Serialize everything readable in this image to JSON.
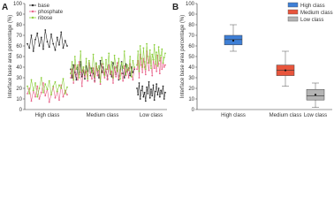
{
  "colors": {
    "base": "#2b2b2b",
    "phosphate": "#e8638a",
    "ribose": "#8ccf3d",
    "high": "#3e7fd6",
    "medium": "#e8553c",
    "low": "#b4b4b4"
  },
  "chart_data": [
    {
      "panel": "A",
      "type": "line",
      "xlabel": "",
      "ylabel": "Interface base area percentage (%)",
      "ylim": [
        0,
        100
      ],
      "yticks": [
        0,
        10,
        20,
        30,
        40,
        50,
        60,
        70,
        80,
        90,
        100
      ],
      "categories": [
        "High class",
        "Medium class",
        "Low class"
      ],
      "legend_position": "top-left",
      "series": [
        {
          "name": "base",
          "groups": [
            [
              62,
              58,
              70,
              55,
              66,
              72,
              60,
              68,
              57,
              75,
              64,
              59,
              71,
              62,
              56,
              68,
              61,
              73,
              58,
              65,
              60
            ],
            [
              38,
              30,
              42,
              35,
              28,
              40,
              33,
              45,
              31,
              37,
              29,
              41,
              36,
              44,
              32,
              39,
              34,
              27,
              43,
              37,
              30,
              46,
              35,
              40,
              33,
              38,
              29,
              42,
              36,
              31,
              44,
              39,
              33,
              41,
              28,
              37,
              45,
              34,
              30,
              43,
              36,
              39,
              32,
              40,
              35,
              38
            ],
            [
              20,
              14,
              25,
              10,
              18,
              22,
              12,
              16,
              8,
              21,
              15,
              26,
              11,
              19,
              13,
              23,
              9,
              17,
              24,
              14,
              20,
              12,
              18,
              15,
              22,
              10,
              16
            ]
          ]
        },
        {
          "name": "phosphate",
          "groups": [
            [
              15,
              20,
              8,
              18,
              12,
              22,
              10,
              16,
              25,
              13,
              19,
              7,
              14,
              21,
              11,
              17,
              9,
              23,
              12,
              18,
              14
            ],
            [
              30,
              38,
              25,
              42,
              33,
              28,
              45,
              35,
              22,
              40,
              31,
              36,
              27,
              44,
              34,
              29,
              39,
              26,
              41,
              32,
              37,
              24,
              43,
              35,
              30,
              38,
              28,
              42,
              33,
              36,
              25,
              40,
              31,
              44,
              29,
              37,
              34,
              27,
              41,
              32,
              38,
              30,
              43,
              35,
              28,
              39
            ],
            [
              38,
              46,
              30,
              52,
              42,
              35,
              48,
              40,
              33,
              55,
              44,
              37,
              50,
              41,
              32,
              47,
              39,
              45,
              36,
              51,
              43,
              34,
              49,
              38,
              44,
              40,
              42
            ]
          ]
        },
        {
          "name": "ribose",
          "groups": [
            [
              22,
              15,
              28,
              18,
              25,
              12,
              20,
              30,
              16,
              24,
              19,
              27,
              14,
              22,
              26,
              17,
              23,
              20,
              29,
              15,
              21
            ],
            [
              34,
              45,
              28,
              50,
              38,
              42,
              30,
              55,
              36,
              40,
              33,
              48,
              29,
              46,
              39,
              35,
              52,
              31,
              44,
              37,
              41,
              26,
              49,
              43,
              32,
              47,
              38,
              53,
              34,
              45,
              30,
              51,
              40,
              36,
              48,
              29,
              44,
              39,
              55,
              33,
              42,
              37,
              50,
              31,
              46,
              40
            ],
            [
              42,
              55,
              36,
              60,
              48,
              40,
              58,
              45,
              38,
              62,
              50,
              44,
              56,
              39,
              52,
              47,
              61,
              43,
              54,
              41,
              59,
              46,
              51,
              57,
              44,
              49,
              53
            ]
          ]
        }
      ]
    },
    {
      "panel": "B",
      "type": "box",
      "xlabel": "",
      "ylabel": "Interface base area percentage (%)",
      "ylim": [
        0,
        100
      ],
      "yticks": [
        0,
        10,
        20,
        30,
        40,
        50,
        60,
        70,
        80,
        90,
        100
      ],
      "categories": [
        "High class",
        "Medium class",
        "Low class"
      ],
      "legend_position": "top-right",
      "legend": [
        "High class",
        "Medium class",
        "Low class"
      ],
      "boxes": [
        {
          "name": "High class",
          "min": 55,
          "q1": 61,
          "median": 66,
          "q3": 70,
          "max": 80,
          "mean": 65
        },
        {
          "name": "Medium class",
          "min": 22,
          "q1": 32,
          "median": 37,
          "q3": 42,
          "max": 55,
          "mean": 37
        },
        {
          "name": "Low class",
          "min": 2,
          "q1": 9,
          "median": 13,
          "q3": 19,
          "max": 25,
          "mean": 14
        }
      ]
    }
  ]
}
